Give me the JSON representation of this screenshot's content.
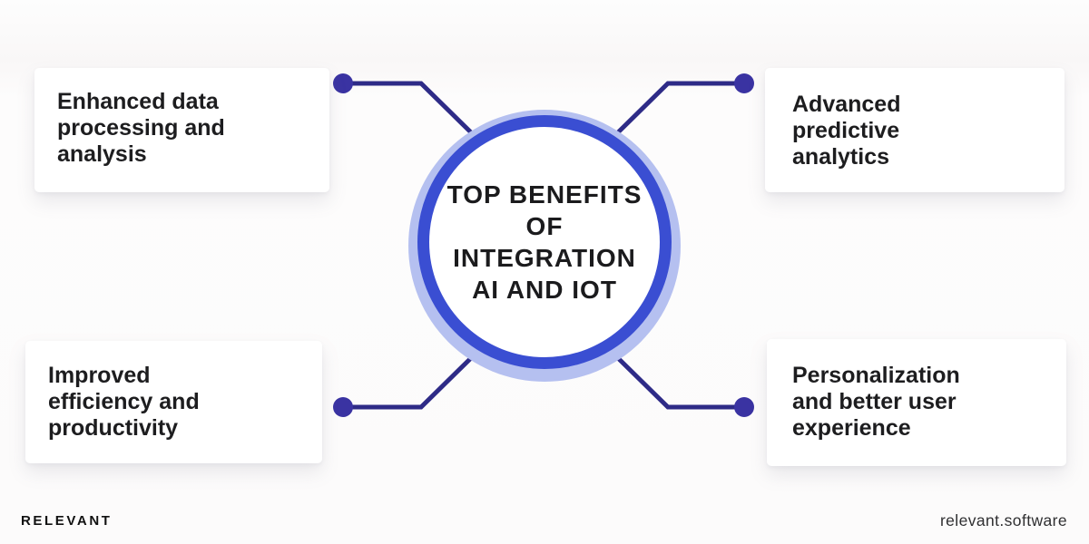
{
  "center_circle": {
    "lines": [
      "TOP BENEFITS",
      "OF",
      "INTEGRATION",
      "AI AND IOT"
    ]
  },
  "benefits": [
    {
      "position": "top-left",
      "lines": [
        "Enhanced data",
        "processing and",
        "analysis"
      ]
    },
    {
      "position": "top-right",
      "lines": [
        "Advanced",
        "predictive",
        "analytics"
      ]
    },
    {
      "position": "bottom-left",
      "lines": [
        "Improved",
        "efficiency and",
        "productivity"
      ]
    },
    {
      "position": "bottom-right",
      "lines": [
        "Personalization",
        "and better user",
        "experience"
      ]
    }
  ],
  "footer": {
    "brand": "RELEVANT",
    "website": "relevant.software"
  },
  "colors": {
    "ring_blue": "#3a4ed2",
    "halo_periwinkle": "#b5c0f0",
    "connector_line": "#2e2b87",
    "connector_dot": "#3a33a2",
    "text_dark": "#1d1d1f",
    "card_background": "#ffffff"
  }
}
